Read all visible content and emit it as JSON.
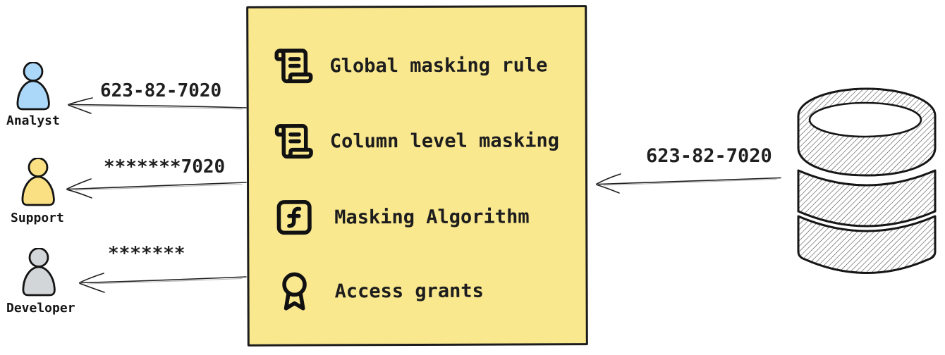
{
  "personas": [
    {
      "label": "Analyst",
      "received_value": "623-82-7020",
      "fill": "#ABD7F8"
    },
    {
      "label": "Support",
      "received_value": "*******7020",
      "fill": "#FAE083"
    },
    {
      "label": "Developer",
      "received_value": "*******",
      "fill": "#D3D6D8"
    }
  ],
  "masking_box": {
    "items": [
      {
        "label": "Global masking rule",
        "icon": "scroll-text-icon"
      },
      {
        "label": "Column level masking",
        "icon": "scroll-text-icon"
      },
      {
        "label": "Masking Algorithm",
        "icon": "function-square-icon"
      },
      {
        "label": "Access grants",
        "icon": "award-icon"
      }
    ],
    "background": "#FAE88F"
  },
  "database_flow": {
    "value": "623-82-7020",
    "icon": "database-icon"
  },
  "colors": {
    "outline": "#1c1c1c",
    "box_fill": "#FAE88F",
    "analyst_fill": "#ABD7F8",
    "support_fill": "#FAE083",
    "developer_fill": "#D3D6D8",
    "arrow": "#222222"
  }
}
